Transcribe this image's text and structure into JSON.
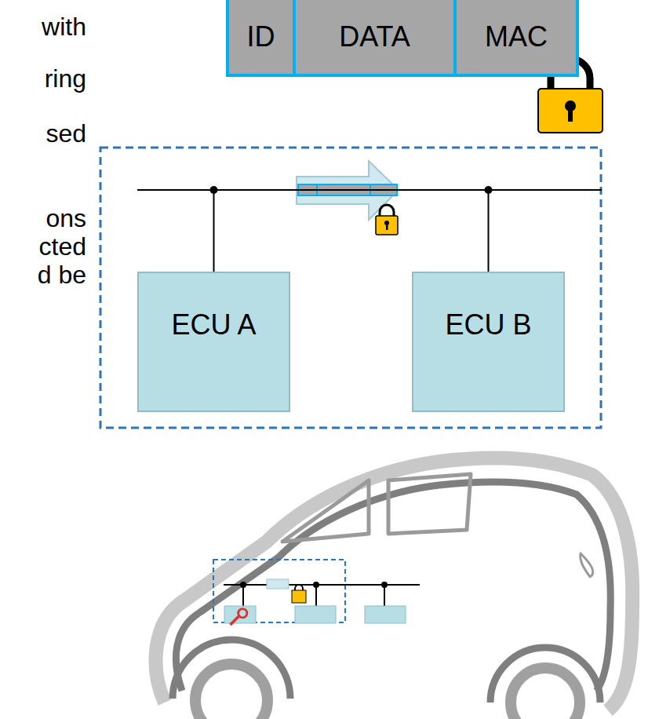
{
  "diagram": {
    "nodes": [
      {
        "text": [
          "ID"
        ]
      },
      {
        "text": [
          "DATA"
        ]
      },
      {
        "text": [
          "MAC"
        ]
      },
      {
        "text": [
          "ECU A"
        ]
      },
      {
        "text": [
          "ECU B"
        ]
      }
    ],
    "edges": [
      {
        "from": 3,
        "to": 4,
        "arrow": "none"
      }
    ],
    "labels": [
      "with",
      "ring",
      "sed",
      "ons",
      "cted",
      "d be"
    ]
  }
}
